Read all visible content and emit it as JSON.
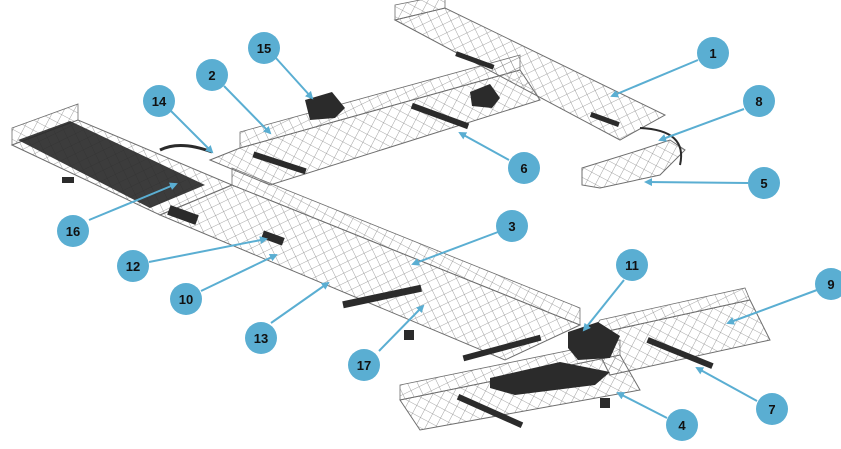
{
  "diagram": {
    "callout_color": "#5aaed2",
    "tray_line_color": "#6e6e6e",
    "component_fill_color": "#2b2b2b",
    "callouts": [
      {
        "label": "1"
      },
      {
        "label": "2"
      },
      {
        "label": "3"
      },
      {
        "label": "4"
      },
      {
        "label": "5"
      },
      {
        "label": "6"
      },
      {
        "label": "7"
      },
      {
        "label": "8"
      },
      {
        "label": "9"
      },
      {
        "label": "10"
      },
      {
        "label": "11"
      },
      {
        "label": "12"
      },
      {
        "label": "13"
      },
      {
        "label": "14"
      },
      {
        "label": "15"
      },
      {
        "label": "16"
      },
      {
        "label": "17"
      }
    ]
  }
}
